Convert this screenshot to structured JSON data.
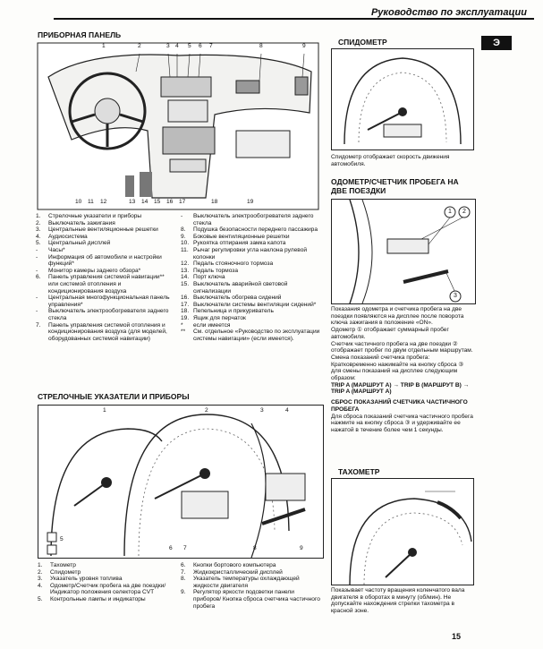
{
  "header": {
    "title": "Руководство по эксплуатации",
    "section_tab": "Э",
    "page_number": "15"
  },
  "dashboard": {
    "title": "ПРИБОРНАЯ ПАНЕЛЬ",
    "callouts_top": [
      "1",
      "2",
      "3",
      "4",
      "5",
      "6",
      "7",
      "8",
      "9"
    ],
    "callouts_bottom": [
      "10",
      "11",
      "12",
      "13",
      "14",
      "15",
      "16",
      "17",
      "18",
      "19"
    ],
    "legend_left": [
      {
        "n": "1.",
        "t": "Стрелочные указатели и приборы"
      },
      {
        "n": "2.",
        "t": "Выключатель зажигания"
      },
      {
        "n": "3.",
        "t": "Центральные вентиляционные решетки"
      },
      {
        "n": "4.",
        "t": "Аудиосистема"
      },
      {
        "n": "5.",
        "t": "Центральный дисплей"
      },
      {
        "n": "-",
        "t": "Часы*"
      },
      {
        "n": "-",
        "t": "Информация об автомобиле и настройки функций*"
      },
      {
        "n": "-",
        "t": "Монитор камеры заднего обзора*"
      },
      {
        "n": "6.",
        "t": "Панель управления системой навигации** или системой отопления и кондиционирования воздуха"
      },
      {
        "n": "-",
        "t": "Центральная многофункциональная панель управления*"
      },
      {
        "n": "-",
        "t": "Выключатель электрообогревателя заднего стекла"
      },
      {
        "n": "7.",
        "t": "Панель управления системой отопления и кондиционирования воздуха (для моделей, оборудованных системой навигации)"
      }
    ],
    "legend_right": [
      {
        "n": "-",
        "t": "Выключатель электрообогревателя заднего стекла"
      },
      {
        "n": "8.",
        "t": "Подушка безопасности переднего пассажира"
      },
      {
        "n": "9.",
        "t": "Боковые вентиляционные решетки"
      },
      {
        "n": "10.",
        "t": "Рукоятка отпирания замка капота"
      },
      {
        "n": "11.",
        "t": "Рычаг регулировки угла наклона рулевой колонки"
      },
      {
        "n": "12.",
        "t": "Педаль стояночного тормоза"
      },
      {
        "n": "13.",
        "t": "Педаль тормоза"
      },
      {
        "n": "14.",
        "t": "Порт ключа"
      },
      {
        "n": "15.",
        "t": "Выключатель аварийной световой сигнализации"
      },
      {
        "n": "16.",
        "t": "Выключатель обогрева сидений"
      },
      {
        "n": "17.",
        "t": "Выключатели системы вентиляции сидений*"
      },
      {
        "n": "18.",
        "t": "Пепельница и прикуриватель"
      },
      {
        "n": "19.",
        "t": "Ящик для перчаток"
      },
      {
        "n": "*",
        "t": "если имеется"
      },
      {
        "n": "**",
        "t": "См. отдельное «Руководство по эксплуатации системы навигации» (если имеется)."
      }
    ]
  },
  "speedo": {
    "title": "СПИДОМЕТР",
    "caption": "Спидометр отображает скорость движения автомобиля."
  },
  "odo": {
    "title": "ОДОМЕТР/СЧЕТЧИК ПРОБЕГА НА ДВЕ ПОЕЗДКИ",
    "callouts": [
      "1",
      "2",
      "3"
    ],
    "p1": "Показания одометра и счетчика пробега на две поездки появляются на дисплее после поворота ключа зажигания в положение «ON».",
    "p2": "Одометр ① отображает суммарный пробег автомобиля.",
    "p3": "Счетчик частичного пробега на две поездки ② отображает пробег по двум отдельным маршрутам.",
    "p4": "Смена показаний счетчика пробега:",
    "p5": "Кратковременно нажимайте на кнопку сброса ③ для смены показаний на дисплее следующим образом:",
    "p6": "TRIP A (МАРШРУТ A) → TRIP B (МАРШРУТ B) → TRIP A (МАРШРУТ A)",
    "reset_title": "СБРОС ПОКАЗАНИЙ СЧЕТЧИКА ЧАСТИЧНОГО ПРОБЕГА",
    "reset_text": "Для сброса показаний счетчика частичного пробега нажмите на кнопку сброса ③ и удерживайте ее нажатой в течение более чем 1 секунды."
  },
  "tacho": {
    "title": "ТАХОМЕТР",
    "caption": "Показывает частоту вращения коленчатого вала двигателя в оборотах в минуту (об/мин). Не допускайте нахождения стрелки тахометра в красной зоне."
  },
  "gauges": {
    "title": "СТРЕЛОЧНЫЕ УКАЗАТЕЛИ И ПРИБОРЫ",
    "callouts_top": [
      "1",
      "2",
      "3",
      "4"
    ],
    "callouts_bottom": [
      "5",
      "6",
      "7",
      "8",
      "9"
    ],
    "legend_left": [
      {
        "n": "1.",
        "t": "Тахометр"
      },
      {
        "n": "2.",
        "t": "Спидометр"
      },
      {
        "n": "3.",
        "t": "Указатель уровня топлива"
      },
      {
        "n": "4.",
        "t": "Одометр/Счетчик пробега на две поездки/Индикатор положения селектора CVT"
      },
      {
        "n": "5.",
        "t": "Контрольные лампы и индикаторы"
      }
    ],
    "legend_right": [
      {
        "n": "6.",
        "t": "Кнопки бортового компьютера"
      },
      {
        "n": "7.",
        "t": "Жидкокристаллический дисплей"
      },
      {
        "n": "8.",
        "t": "Указатель температуры охлаждающей жидкости двигателя"
      },
      {
        "n": "9.",
        "t": "Регулятор яркости подсветки панели приборов/ Кнопка сброса счетчика частичного пробега"
      }
    ]
  }
}
